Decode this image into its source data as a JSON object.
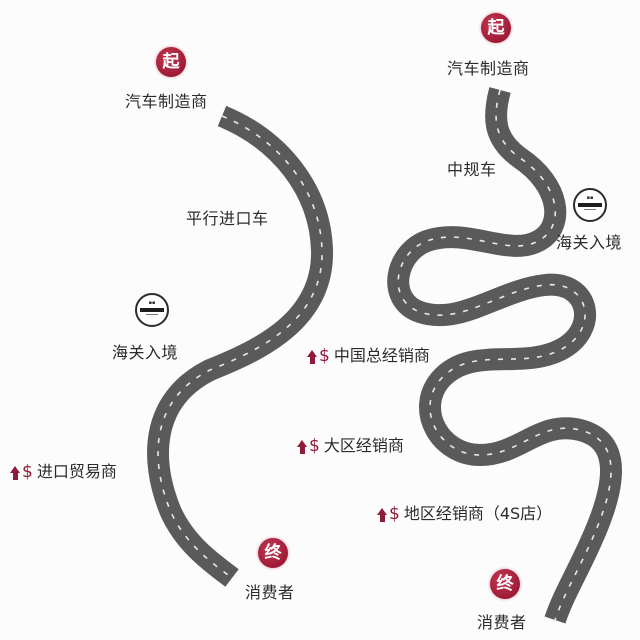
{
  "diagram": {
    "title": "",
    "colors": {
      "road": "#5a5a5a",
      "road_dash": "#e8e8e8",
      "badge": "#9e1a35",
      "dealer_icon": "#8e1b3a",
      "text": "#2b2b2b"
    },
    "left_path": {
      "name": "平行进口车",
      "start": {
        "badge": "起",
        "label": "汽车制造商"
      },
      "route_label": "平行进口车",
      "customs": {
        "icon": "customs-stamp-icon",
        "label": "海关入境"
      },
      "dealers": [
        {
          "icon": "price-up-icon",
          "symbol": "$",
          "label": "进口贸易商"
        }
      ],
      "end": {
        "badge": "终",
        "label": "消费者"
      }
    },
    "right_path": {
      "name": "中规车",
      "start": {
        "badge": "起",
        "label": "汽车制造商"
      },
      "route_label": "中规车",
      "customs": {
        "icon": "customs-stamp-icon",
        "label": "海关入境"
      },
      "dealers": [
        {
          "icon": "price-up-icon",
          "symbol": "$",
          "label": "中国总经销商"
        },
        {
          "icon": "price-up-icon",
          "symbol": "$",
          "label": "大区经销商"
        },
        {
          "icon": "price-up-icon",
          "symbol": "$",
          "label": "地区经销商（4S店）"
        }
      ],
      "end": {
        "badge": "终",
        "label": "消费者"
      }
    }
  }
}
